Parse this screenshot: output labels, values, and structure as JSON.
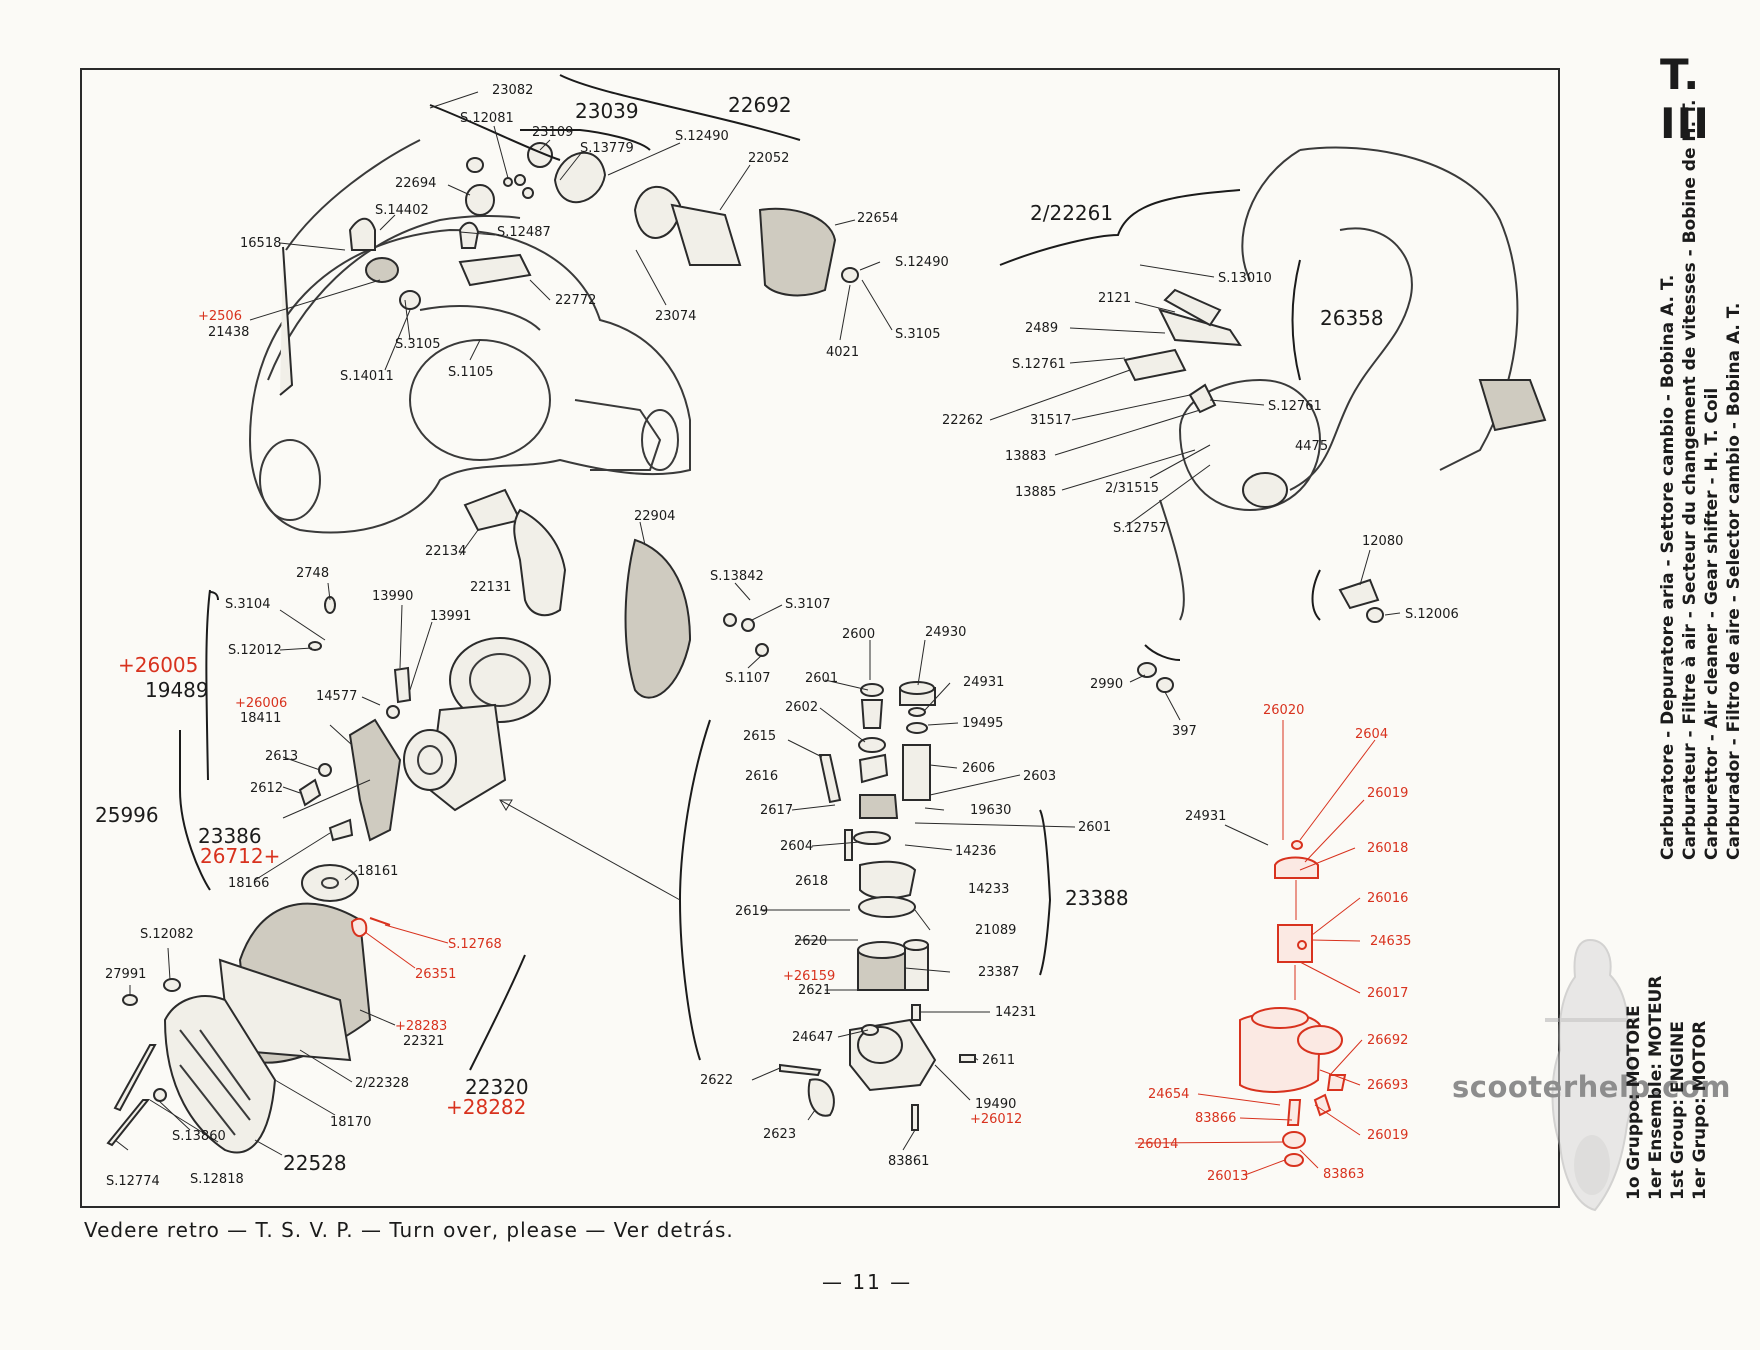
{
  "plate_code": "T. III",
  "footer_note": "Vedere retro — T. S. V. P. — Turn over, please — Ver detrás.",
  "page_number": "— 11 —",
  "watermark": "scooterhelp.com",
  "side_titles": [
    "Carburatore - Depuratore aria - Settore cambio - Bobina A. T.",
    "Carburateur - Filtre à air - Secteur du changement de vitesses - Bobine de H. T.",
    "Carburettor - Air cleaner - Gear shifter - H. T. Coil",
    "Carburador - Filtro de aire - Selector cambio - Bobina A. T."
  ],
  "group_labels": [
    "1o Gruppo: MOTORE",
    "1er Ensemble: MOTEUR",
    "1st Group: ENGINE",
    "1er Grupo: MOTOR"
  ],
  "labels": {
    "p23082": "23082",
    "p23039": "23039",
    "p22692": "22692",
    "pS12081": "S.12081",
    "p23109": "23109",
    "pS13779": "S.13779",
    "pS12490a": "S.12490",
    "p22052": "22052",
    "p22694": "22694",
    "pS14402": "S.14402",
    "pS12487": "S.12487",
    "p16518": "16518",
    "p22654": "22654",
    "pS12490b": "S.12490",
    "p22772": "22772",
    "p2506": "+2506",
    "p21438": "21438",
    "pS3105a": "S.3105",
    "pS1105": "S.1105",
    "p23074": "23074",
    "p4021": "4021",
    "pS3105b": "S.3105",
    "pS14011": "S.14011",
    "p22134": "22134",
    "p22131": "22131",
    "p22904": "22904",
    "pS13842": "S.13842",
    "pS3107": "S.3107",
    "pS1107": "S.1107",
    "p222261": "2/22261",
    "pS13010": "S.13010",
    "p2121": "2121",
    "p26358": "26358",
    "p2489": "2489",
    "pS12761a": "S.12761",
    "p22262": "22262",
    "p31517": "31517",
    "pS12761b": "S.12761",
    "p13883": "13883",
    "p4475": "4475",
    "p231515": "2/31515",
    "p13885": "13885",
    "pS12757": "S.12757",
    "p12080": "12080",
    "pS12006": "S.12006",
    "p2990": "2990",
    "p397": "397",
    "p2748": "2748",
    "pS3104": "S.3104",
    "p13990": "13990",
    "p13991": "13991",
    "pS12012": "S.12012",
    "p26005": "+26005",
    "p19489": "19489",
    "p26006": "+26006",
    "p18411": "18411",
    "p14577": "14577",
    "p2613": "2613",
    "p2612": "2612",
    "p25996": "25996",
    "p23386": "23386",
    "p26712": "26712+",
    "p18166": "18166",
    "p18161": "18161",
    "pS12768": "S.12768",
    "p26351": "26351",
    "pS12082": "S.12082",
    "p27991": "27991",
    "p28283": "+28283",
    "p22321": "22321",
    "p222328": "2/22328",
    "p18170": "18170",
    "p22320": "22320",
    "p28282": "+28282",
    "pS13860": "S.13860",
    "p22528": "22528",
    "pS12774": "S.12774",
    "pS12818": "S.12818",
    "p2600": "2600",
    "p24930": "24930",
    "p2601a": "2601",
    "p24931a": "24931",
    "p2602": "2602",
    "p19495": "19495",
    "p2615": "2615",
    "p2606": "2606",
    "p2616": "2616",
    "p2603": "2603",
    "p2617": "2617",
    "p19630": "19630",
    "p2601b": "2601",
    "p2604a": "2604",
    "p14236": "14236",
    "p2618": "2618",
    "p14233": "14233",
    "p23388": "23388",
    "p2619": "2619",
    "p21089": "21089",
    "p2620": "2620",
    "p23387": "23387",
    "p26159": "+26159",
    "p2621": "2621",
    "p14231": "14231",
    "p24647": "24647",
    "p2611": "2611",
    "p2622": "2622",
    "p19490": "19490",
    "p26012": "+26012",
    "p2623": "2623",
    "p83861": "83861",
    "p26020": "26020",
    "p2604b": "2604",
    "p24931b": "24931",
    "p26019a": "26019",
    "p26018": "26018",
    "p26016": "26016",
    "p24635": "24635",
    "p26017": "26017",
    "p26692": "26692",
    "p24654": "24654",
    "p26693": "26693",
    "p83866": "83866",
    "p26019b": "26019",
    "p26014": "26014",
    "p83863": "83863",
    "p26013": "26013"
  }
}
